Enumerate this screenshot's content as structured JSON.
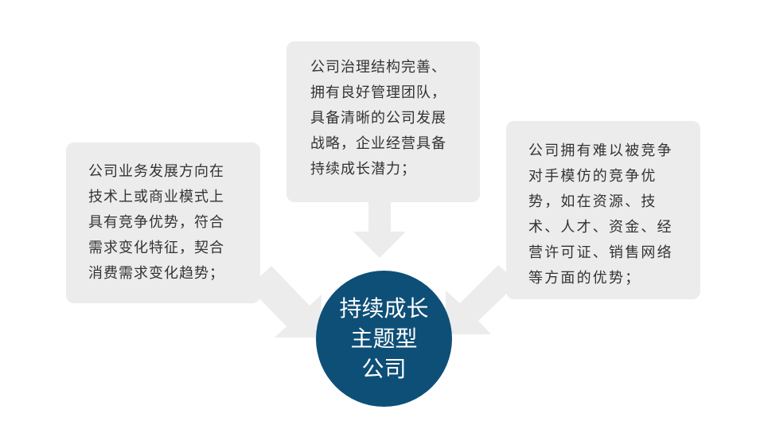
{
  "boxes": {
    "left": {
      "lines": [
        "公司业务发展方向在",
        "技术上或商业模式上",
        "具有竞争优势，符合",
        "需求变化特征，契合",
        "消费需求变化趋势；"
      ]
    },
    "top": {
      "lines": [
        "公司治理结构完善、",
        "拥有良好管理团队，",
        "具备清晰的公司发展",
        "战略，企业经营具备",
        "持续成长潜力；"
      ]
    },
    "right": {
      "lines": [
        "公司拥有难以被竞争",
        "对手模仿的竞争优",
        "势，如在资源、技",
        "术、人才、资金、经",
        "营许可证、销售网络",
        "等方面的优势；"
      ]
    }
  },
  "center": {
    "lines": [
      "持续成长",
      "主题型",
      "公司"
    ]
  },
  "colors": {
    "box_fill": "#ececec",
    "arrow_fill": "#ececec",
    "center_fill": "#0e4f77",
    "box_text": "#333333",
    "center_text": "#ffffff"
  }
}
